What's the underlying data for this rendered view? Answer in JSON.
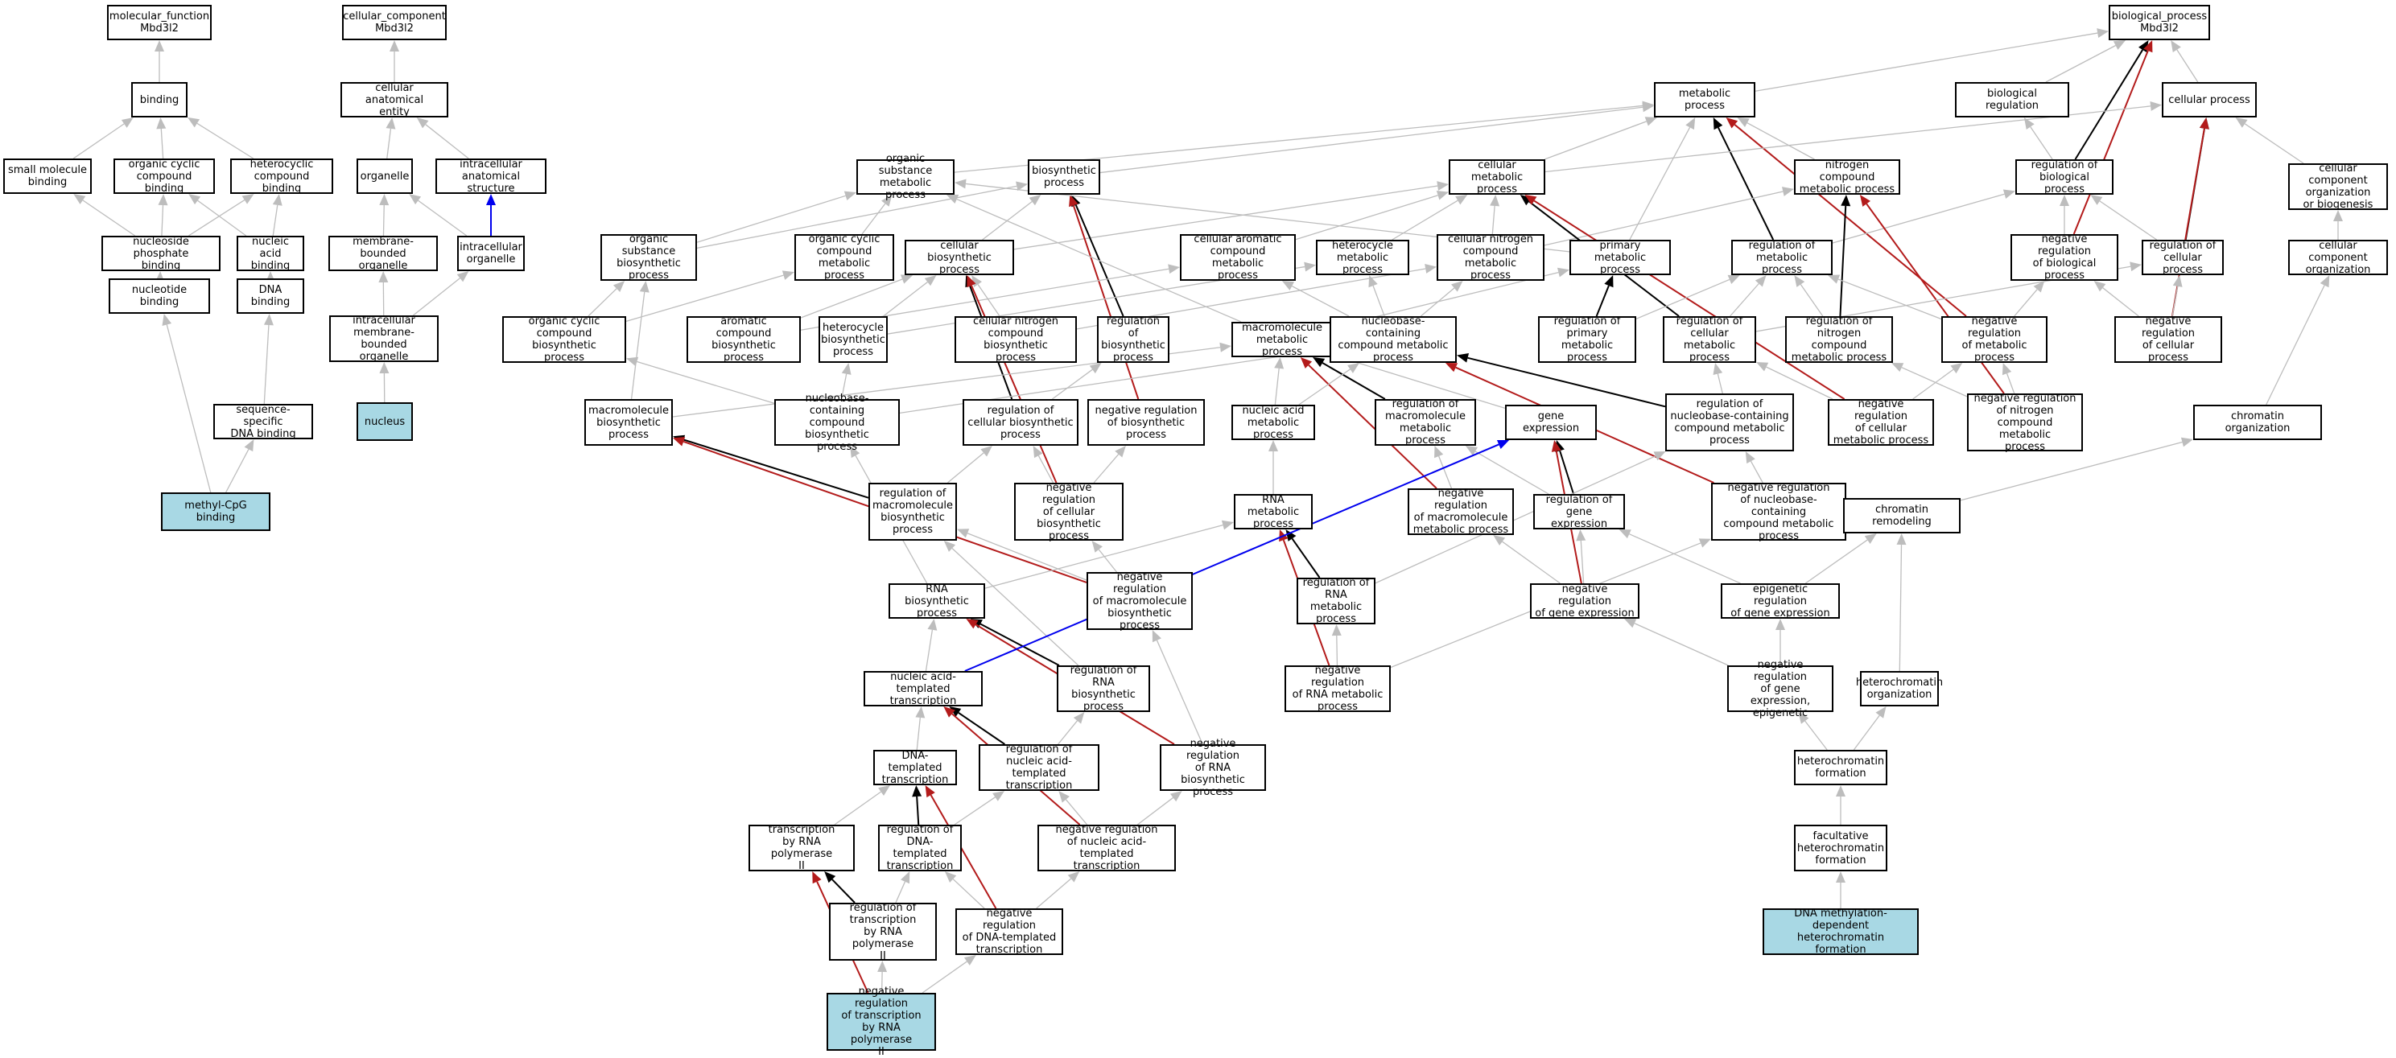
{
  "graph": {
    "colors": {
      "gray": "#bdbdbd",
      "black": "#000000",
      "red": "#b31b1b",
      "blue": "#0000ee",
      "highlight": "#a8d8e4"
    },
    "nodes": [
      {
        "id": "mf",
        "label": "molecular_function\nMbd3l2"
      },
      {
        "id": "binding",
        "label": "binding"
      },
      {
        "id": "small_mol",
        "label": "small molecule\nbinding"
      },
      {
        "id": "org_cyc_bind",
        "label": "organic cyclic\ncompound binding"
      },
      {
        "id": "hetcyc_bind",
        "label": "heterocyclic\ncompound binding"
      },
      {
        "id": "nucphos",
        "label": "nucleoside phosphate\nbinding"
      },
      {
        "id": "nucacid_bind",
        "label": "nucleic acid\nbinding"
      },
      {
        "id": "nucleotide",
        "label": "nucleotide binding"
      },
      {
        "id": "dna_bind",
        "label": "DNA binding"
      },
      {
        "id": "seq_dna",
        "label": "sequence-specific\nDNA binding"
      },
      {
        "id": "methyl",
        "label": "methyl-CpG binding",
        "hl": true
      },
      {
        "id": "cc",
        "label": "cellular_component\nMbd3l2"
      },
      {
        "id": "cae",
        "label": "cellular anatomical\nentity"
      },
      {
        "id": "organelle",
        "label": "organelle"
      },
      {
        "id": "ias",
        "label": "intracellular\nanatomical structure"
      },
      {
        "id": "mbo",
        "label": "membrane-bounded\norganelle"
      },
      {
        "id": "io",
        "label": "intracellular\norganelle"
      },
      {
        "id": "imbo",
        "label": "intracellular\nmembrane-bounded\norganelle"
      },
      {
        "id": "nucleus",
        "label": "nucleus",
        "hl": true
      },
      {
        "id": "bp",
        "label": "biological_process\nMbd3l2"
      },
      {
        "id": "metab",
        "label": "metabolic process"
      },
      {
        "id": "bioreg",
        "label": "biological regulation"
      },
      {
        "id": "cellproc",
        "label": "cellular process"
      },
      {
        "id": "osmp",
        "label": "organic substance\nmetabolic process"
      },
      {
        "id": "biosyn",
        "label": "biosynthetic\nprocess"
      },
      {
        "id": "cmp",
        "label": "cellular metabolic\nprocess"
      },
      {
        "id": "ncmp",
        "label": "nitrogen compound\nmetabolic process"
      },
      {
        "id": "regbio",
        "label": "regulation of\nbiological process"
      },
      {
        "id": "ccob",
        "label": "cellular component\norganization\nor biogenesis"
      },
      {
        "id": "osbp",
        "label": "organic substance\nbiosynthetic\nprocess"
      },
      {
        "id": "occmp",
        "label": "organic cyclic\ncompound metabolic\nprocess"
      },
      {
        "id": "cbp",
        "label": "cellular biosynthetic\nprocess"
      },
      {
        "id": "cacmp",
        "label": "cellular aromatic\ncompound metabolic\nprocess"
      },
      {
        "id": "hmp",
        "label": "heterocycle\nmetabolic process"
      },
      {
        "id": "cncmp",
        "label": "cellular nitrogen\ncompound metabolic\nprocess"
      },
      {
        "id": "pmp",
        "label": "primary metabolic\nprocess"
      },
      {
        "id": "regmp",
        "label": "regulation of\nmetabolic process"
      },
      {
        "id": "nrbp",
        "label": "negative regulation\nof biological\nprocess"
      },
      {
        "id": "regcp",
        "label": "regulation of\ncellular process"
      },
      {
        "id": "cco",
        "label": "cellular component\norganization"
      },
      {
        "id": "occbp",
        "label": "organic cyclic\ncompound biosynthetic\nprocess"
      },
      {
        "id": "acbp",
        "label": "aromatic compound\nbiosynthetic\nprocess"
      },
      {
        "id": "hbp",
        "label": "heterocycle\nbiosynthetic\nprocess"
      },
      {
        "id": "cncbp",
        "label": "cellular nitrogen\ncompound biosynthetic\nprocess"
      },
      {
        "id": "regbp",
        "label": "regulation of\nbiosynthetic\nprocess"
      },
      {
        "id": "macmp",
        "label": "macromolecule\nmetabolic process"
      },
      {
        "id": "nbcmp",
        "label": "nucleobase-containing\ncompound metabolic\nprocess"
      },
      {
        "id": "regpmp",
        "label": "regulation of\nprimary metabolic\nprocess"
      },
      {
        "id": "regcmp",
        "label": "regulation of\ncellular metabolic\nprocess"
      },
      {
        "id": "regncmp",
        "label": "regulation of\nnitrogen compound\nmetabolic process"
      },
      {
        "id": "nrmp",
        "label": "negative regulation\nof metabolic\nprocess"
      },
      {
        "id": "nrcp",
        "label": "negative regulation\nof cellular\nprocess"
      },
      {
        "id": "mbp",
        "label": "macromolecule\nbiosynthetic\nprocess"
      },
      {
        "id": "nbcbp",
        "label": "nucleobase-containing\ncompound biosynthetic\nprocess"
      },
      {
        "id": "regcbp",
        "label": "regulation of\ncellular biosynthetic\nprocess"
      },
      {
        "id": "nrbiosp",
        "label": "negative regulation\nof biosynthetic\nprocess"
      },
      {
        "id": "namp",
        "label": "nucleic acid\nmetabolic process"
      },
      {
        "id": "regmacmp",
        "label": "regulation of\nmacromolecule\nmetabolic process"
      },
      {
        "id": "geneexp",
        "label": "gene expression"
      },
      {
        "id": "regnbcmp",
        "label": "regulation of\nnucleobase-containing\ncompound metabolic\nprocess"
      },
      {
        "id": "nrcmp",
        "label": "negative regulation\nof cellular\nmetabolic process"
      },
      {
        "id": "nrncmp",
        "label": "negative regulation\nof nitrogen\ncompound metabolic\nprocess"
      },
      {
        "id": "chromorg",
        "label": "chromatin organization"
      },
      {
        "id": "regmbp",
        "label": "regulation of\nmacromolecule\nbiosynthetic\nprocess"
      },
      {
        "id": "nrcbp",
        "label": "negative regulation\nof cellular\nbiosynthetic\nprocess"
      },
      {
        "id": "rnamp",
        "label": "RNA metabolic\nprocess"
      },
      {
        "id": "nrmacmp",
        "label": "negative regulation\nof macromolecule\nmetabolic process"
      },
      {
        "id": "regge",
        "label": "regulation of\ngene expression"
      },
      {
        "id": "nrnbcmp",
        "label": "negative regulation\nof nucleobase-containing\ncompound metabolic\nprocess"
      },
      {
        "id": "chromrem",
        "label": "chromatin remodeling"
      },
      {
        "id": "rnabp",
        "label": "RNA biosynthetic\nprocess"
      },
      {
        "id": "nrmbp",
        "label": "negative regulation\nof macromolecule\nbiosynthetic\nprocess"
      },
      {
        "id": "regrnamp",
        "label": "regulation of\nRNA metabolic\nprocess"
      },
      {
        "id": "nrge",
        "label": "negative regulation\nof gene expression"
      },
      {
        "id": "epireg",
        "label": "epigenetic regulation\nof gene expression"
      },
      {
        "id": "natt",
        "label": "nucleic acid-templated\ntranscription"
      },
      {
        "id": "regrnabp",
        "label": "regulation of\nRNA biosynthetic\nprocess"
      },
      {
        "id": "nrrnamp",
        "label": "negative regulation\nof RNA metabolic\nprocess"
      },
      {
        "id": "nrgeepi",
        "label": "negative regulation\nof gene expression,\nepigenetic"
      },
      {
        "id": "hcorg",
        "label": "heterochromatin\norganization"
      },
      {
        "id": "dtt",
        "label": "DNA-templated\ntranscription"
      },
      {
        "id": "regnatt",
        "label": "regulation of\nnucleic acid-templated\ntranscription"
      },
      {
        "id": "nrrnabp",
        "label": "negative regulation\nof RNA biosynthetic\nprocess"
      },
      {
        "id": "hcform",
        "label": "heterochromatin\nformation"
      },
      {
        "id": "trnap2",
        "label": "transcription\nby RNA polymerase\nII"
      },
      {
        "id": "regdtt",
        "label": "regulation of\nDNA-templated\ntranscription"
      },
      {
        "id": "nrnatt",
        "label": "negative regulation\nof nucleic acid-templated\ntranscription"
      },
      {
        "id": "fachc",
        "label": "facultative\nheterochromatin\nformation"
      },
      {
        "id": "regtrnap2",
        "label": "regulation of\ntranscription\nby RNA polymerase\nII"
      },
      {
        "id": "nrdtt",
        "label": "negative regulation\nof DNA-templated\ntranscription"
      },
      {
        "id": "dnamethhc",
        "label": "DNA methylation-dependent\nheterochromatin\nformation",
        "hl": true
      },
      {
        "id": "nrtrnap2",
        "label": "negative regulation\nof transcription\nby RNA polymerase\nII",
        "hl": true
      }
    ],
    "edges": [
      [
        "binding",
        "mf",
        "gray"
      ],
      [
        "small_mol",
        "binding",
        "gray"
      ],
      [
        "org_cyc_bind",
        "binding",
        "gray"
      ],
      [
        "hetcyc_bind",
        "binding",
        "gray"
      ],
      [
        "nucphos",
        "small_mol",
        "gray"
      ],
      [
        "nucphos",
        "org_cyc_bind",
        "gray"
      ],
      [
        "nucphos",
        "hetcyc_bind",
        "gray"
      ],
      [
        "nucacid_bind",
        "org_cyc_bind",
        "gray"
      ],
      [
        "nucacid_bind",
        "hetcyc_bind",
        "gray"
      ],
      [
        "nucleotide",
        "nucphos",
        "gray"
      ],
      [
        "dna_bind",
        "nucacid_bind",
        "gray"
      ],
      [
        "seq_dna",
        "dna_bind",
        "gray"
      ],
      [
        "methyl",
        "seq_dna",
        "gray"
      ],
      [
        "methyl",
        "nucleotide",
        "gray"
      ],
      [
        "cae",
        "cc",
        "gray"
      ],
      [
        "organelle",
        "cae",
        "gray"
      ],
      [
        "ias",
        "cae",
        "gray"
      ],
      [
        "mbo",
        "organelle",
        "gray"
      ],
      [
        "io",
        "organelle",
        "gray"
      ],
      [
        "io",
        "ias",
        "blue"
      ],
      [
        "imbo",
        "mbo",
        "gray"
      ],
      [
        "imbo",
        "io",
        "gray"
      ],
      [
        "nucleus",
        "imbo",
        "gray"
      ],
      [
        "metab",
        "bp",
        "gray"
      ],
      [
        "bioreg",
        "bp",
        "gray"
      ],
      [
        "cellproc",
        "bp",
        "gray"
      ],
      [
        "regbio",
        "bp",
        "black"
      ],
      [
        "nrbp",
        "bp",
        "red"
      ],
      [
        "ccob",
        "cellproc",
        "gray"
      ],
      [
        "cco",
        "ccob",
        "gray"
      ],
      [
        "chromorg",
        "cco",
        "gray"
      ],
      [
        "chromrem",
        "chromorg",
        "gray"
      ],
      [
        "hcorg",
        "chromrem",
        "gray"
      ],
      [
        "epireg",
        "chromrem",
        "gray"
      ],
      [
        "hcform",
        "hcorg",
        "gray"
      ],
      [
        "fachc",
        "hcform",
        "gray"
      ],
      [
        "dnamethhc",
        "fachc",
        "gray"
      ],
      [
        "osmp",
        "metab",
        "gray"
      ],
      [
        "biosyn",
        "metab",
        "gray"
      ],
      [
        "cmp",
        "metab",
        "gray"
      ],
      [
        "ncmp",
        "metab",
        "gray"
      ],
      [
        "pmp",
        "metab",
        "gray"
      ],
      [
        "regmp",
        "metab",
        "black"
      ],
      [
        "nrmp",
        "metab",
        "red"
      ],
      [
        "cmp",
        "cellproc",
        "gray"
      ],
      [
        "regcp",
        "cellproc",
        "black"
      ],
      [
        "nrcp",
        "cellproc",
        "red"
      ],
      [
        "regbio",
        "bioreg",
        "gray"
      ],
      [
        "nrbp",
        "regbio",
        "gray"
      ],
      [
        "regmp",
        "regbio",
        "gray"
      ],
      [
        "regcp",
        "regbio",
        "gray"
      ],
      [
        "osbp",
        "osmp",
        "gray"
      ],
      [
        "osbp",
        "biosyn",
        "gray"
      ],
      [
        "occmp",
        "osmp",
        "gray"
      ],
      [
        "cbp",
        "biosyn",
        "gray"
      ],
      [
        "cbp",
        "cmp",
        "gray"
      ],
      [
        "cacmp",
        "cmp",
        "gray"
      ],
      [
        "hmp",
        "cmp",
        "gray"
      ],
      [
        "cncmp",
        "cmp",
        "gray"
      ],
      [
        "cncmp",
        "ncmp",
        "gray"
      ],
      [
        "regbp",
        "biosyn",
        "black"
      ],
      [
        "nrbiosp",
        "biosyn",
        "red"
      ],
      [
        "regcmp",
        "cmp",
        "black"
      ],
      [
        "nrcmp",
        "cmp",
        "red"
      ],
      [
        "regncmp",
        "ncmp",
        "black"
      ],
      [
        "nrncmp",
        "ncmp",
        "red"
      ],
      [
        "pmp",
        "osmp",
        "gray"
      ],
      [
        "regpmp",
        "pmp",
        "black"
      ],
      [
        "nrmp",
        "regmp",
        "gray"
      ],
      [
        "regpmp",
        "regmp",
        "gray"
      ],
      [
        "regcmp",
        "regmp",
        "gray"
      ],
      [
        "regncmp",
        "regmp",
        "gray"
      ],
      [
        "nrcp",
        "regcp",
        "gray"
      ],
      [
        "regcmp",
        "regcp",
        "gray"
      ],
      [
        "nrcp",
        "nrbp",
        "gray"
      ],
      [
        "nrmp",
        "nrbp",
        "gray"
      ],
      [
        "occbp",
        "occmp",
        "gray"
      ],
      [
        "occbp",
        "osbp",
        "gray"
      ],
      [
        "acbp",
        "cacmp",
        "gray"
      ],
      [
        "acbp",
        "cbp",
        "gray"
      ],
      [
        "hbp",
        "hmp",
        "gray"
      ],
      [
        "hbp",
        "cbp",
        "gray"
      ],
      [
        "cncbp",
        "cncmp",
        "gray"
      ],
      [
        "cncbp",
        "cbp",
        "gray"
      ],
      [
        "regcbp",
        "cbp",
        "black"
      ],
      [
        "nrcbp",
        "cbp",
        "red"
      ],
      [
        "regcbp",
        "regbp",
        "gray"
      ],
      [
        "macmp",
        "pmp",
        "gray"
      ],
      [
        "macmp",
        "osmp",
        "gray"
      ],
      [
        "nbcmp",
        "cncmp",
        "gray"
      ],
      [
        "nbcmp",
        "hmp",
        "gray"
      ],
      [
        "nbcmp",
        "cacmp",
        "gray"
      ],
      [
        "regmacmp",
        "macmp",
        "black"
      ],
      [
        "nrmacmp",
        "macmp",
        "red"
      ],
      [
        "regnbcmp",
        "nbcmp",
        "black"
      ],
      [
        "nrnbcmp",
        "nbcmp",
        "red"
      ],
      [
        "regnbcmp",
        "regcmp",
        "gray"
      ],
      [
        "nrcmp",
        "regcmp",
        "gray"
      ],
      [
        "nrcmp",
        "nrmp",
        "gray"
      ],
      [
        "nrncmp",
        "regncmp",
        "gray"
      ],
      [
        "nrncmp",
        "nrmp",
        "gray"
      ],
      [
        "mbp",
        "macmp",
        "gray"
      ],
      [
        "mbp",
        "osbp",
        "gray"
      ],
      [
        "nbcbp",
        "nbcmp",
        "gray"
      ],
      [
        "nbcbp",
        "occbp",
        "gray"
      ],
      [
        "nbcbp",
        "hbp",
        "gray"
      ],
      [
        "regmbp",
        "mbp",
        "black"
      ],
      [
        "nrmbp",
        "mbp",
        "red"
      ],
      [
        "regmbp",
        "regcbp",
        "gray"
      ],
      [
        "nrcbp",
        "regcbp",
        "gray"
      ],
      [
        "nrcbp",
        "nrbiosp",
        "gray"
      ],
      [
        "namp",
        "nbcmp",
        "gray"
      ],
      [
        "namp",
        "macmp",
        "gray"
      ],
      [
        "geneexp",
        "macmp",
        "gray"
      ],
      [
        "regge",
        "geneexp",
        "black"
      ],
      [
        "nrge",
        "geneexp",
        "red"
      ],
      [
        "regge",
        "regmacmp",
        "gray"
      ],
      [
        "nrmacmp",
        "regmacmp",
        "gray"
      ],
      [
        "nrge",
        "regge",
        "gray"
      ],
      [
        "nrge",
        "nrmacmp",
        "gray"
      ],
      [
        "rnamp",
        "namp",
        "gray"
      ],
      [
        "regrnamp",
        "rnamp",
        "black"
      ],
      [
        "nrrnamp",
        "rnamp",
        "red"
      ],
      [
        "regrnamp",
        "regnbcmp",
        "gray"
      ],
      [
        "nrrnamp",
        "nrnbcmp",
        "gray"
      ],
      [
        "nrrnamp",
        "regrnamp",
        "gray"
      ],
      [
        "nrnbcmp",
        "regnbcmp",
        "gray"
      ],
      [
        "rnabp",
        "rnamp",
        "gray"
      ],
      [
        "rnabp",
        "nbcbp",
        "gray"
      ],
      [
        "regrnabp",
        "rnabp",
        "black"
      ],
      [
        "nrrnabp",
        "rnabp",
        "red"
      ],
      [
        "regrnabp",
        "regmbp",
        "gray"
      ],
      [
        "nrrnabp",
        "nrmbp",
        "gray"
      ],
      [
        "nrmbp",
        "regmbp",
        "gray"
      ],
      [
        "nrmbp",
        "nrcbp",
        "gray"
      ],
      [
        "natt",
        "rnabp",
        "gray"
      ],
      [
        "natt",
        "geneexp",
        "blue"
      ],
      [
        "regnatt",
        "natt",
        "black"
      ],
      [
        "nrnatt",
        "natt",
        "red"
      ],
      [
        "regnatt",
        "regrnabp",
        "gray"
      ],
      [
        "nrnatt",
        "nrrnabp",
        "gray"
      ],
      [
        "nrnatt",
        "regnatt",
        "gray"
      ],
      [
        "dtt",
        "natt",
        "gray"
      ],
      [
        "regdtt",
        "dtt",
        "black"
      ],
      [
        "nrdtt",
        "dtt",
        "red"
      ],
      [
        "regdtt",
        "regnatt",
        "gray"
      ],
      [
        "nrdtt",
        "nrnatt",
        "gray"
      ],
      [
        "nrdtt",
        "regdtt",
        "gray"
      ],
      [
        "trnap2",
        "dtt",
        "gray"
      ],
      [
        "regtrnap2",
        "trnap2",
        "black"
      ],
      [
        "nrtrnap2",
        "trnap2",
        "red"
      ],
      [
        "regtrnap2",
        "regdtt",
        "gray"
      ],
      [
        "nrtrnap2",
        "regtrnap2",
        "gray"
      ],
      [
        "nrtrnap2",
        "nrdtt",
        "gray"
      ],
      [
        "nrgeepi",
        "epireg",
        "gray"
      ],
      [
        "nrgeepi",
        "nrge",
        "gray"
      ],
      [
        "hcform",
        "nrgeepi",
        "gray"
      ],
      [
        "epireg",
        "regge",
        "gray"
      ]
    ]
  }
}
